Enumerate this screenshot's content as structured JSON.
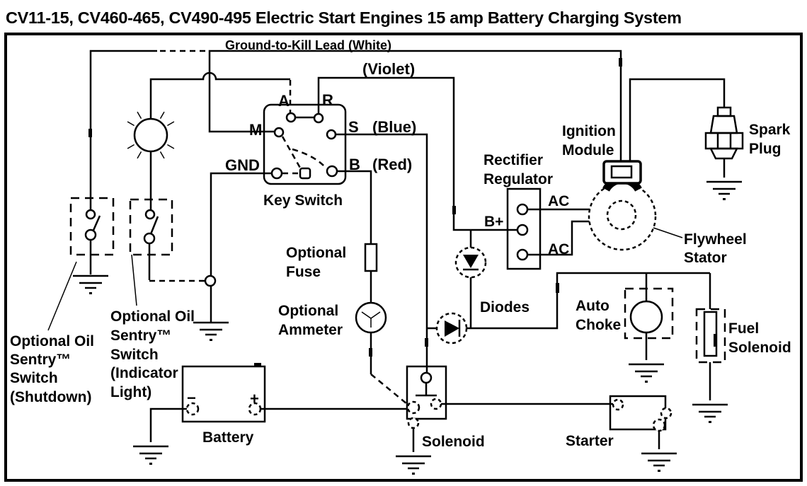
{
  "title": "CV11-15, CV460-465, CV490-495 Electric Start Engines 15 amp Battery Charging System",
  "colors": {
    "ink": "#000000",
    "background": "#ffffff"
  },
  "labels": {
    "ground_kill_lead": "Ground-to-Kill Lead (White)",
    "violet": "(Violet)",
    "blue": "(Blue)",
    "red": "(Red)",
    "key_switch": "Key Switch",
    "terminals": {
      "a": "A",
      "r": "R",
      "m": "M",
      "s": "S",
      "gnd": "GND",
      "b": "B"
    },
    "ignition_module": [
      "Ignition",
      "Module"
    ],
    "rectifier_regulator": [
      "Rectifier",
      "Regulator"
    ],
    "b_plus": "B+",
    "ac_top": "AC",
    "ac_bottom": "AC",
    "spark_plug": [
      "Spark",
      "Plug"
    ],
    "flywheel_stator": [
      "Flywheel",
      "Stator"
    ],
    "diodes": "Diodes",
    "auto_choke": [
      "Auto",
      "Choke"
    ],
    "fuel_solenoid": [
      "Fuel",
      "Solenoid"
    ],
    "optional_fuse": [
      "Optional",
      "Fuse"
    ],
    "optional_ammeter": [
      "Optional",
      "Ammeter"
    ],
    "oil_sentry_shutdown": [
      "Optional Oil",
      "Sentry™",
      "Switch",
      "(Shutdown)"
    ],
    "oil_sentry_indicator": [
      "Optional Oil",
      "Sentry™",
      "Switch",
      "(Indicator",
      "Light)"
    ],
    "battery": "Battery",
    "battery_plus": "+",
    "battery_minus": "−",
    "solenoid": "Solenoid",
    "starter": "Starter"
  }
}
